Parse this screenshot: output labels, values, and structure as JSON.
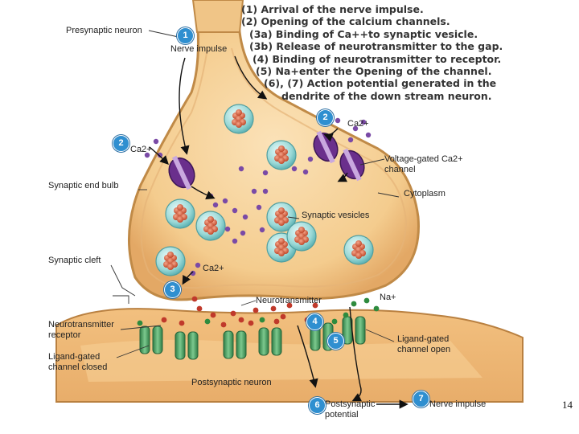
{
  "steps": [
    "(1) Arrival of the nerve impulse.",
    "(2) Opening of the calcium channels.",
    "(3a) Binding of Ca++to synaptic vesicle.",
    "(3b) Release of neurotransmitter to the gap.",
    "(4) Binding of neurotransmitter to receptor.",
    "(5) Na+enter the Opening of the channel.",
    "(6), (7) Action potential generated in the",
    "dendrite of the down stream neuron."
  ],
  "labels": {
    "presynaptic_neuron": "Presynaptic neuron",
    "nerve_impulse_top": "Nerve impulse",
    "ca_left": "Ca2+",
    "ca_right": "Ca2+",
    "ca_bottom": "Ca2+",
    "voltage_gated": "Voltage-gated Ca2+ channel",
    "cytoplasm": "Cytoplasm",
    "synaptic_end_bulb": "Synaptic end bulb",
    "synaptic_vesicles": "Synaptic vesicles",
    "synaptic_cleft": "Synaptic cleft",
    "neurotransmitter": "Neurotransmitter",
    "na": "Na+",
    "nt_receptor": "Neurotransmitter receptor",
    "ligand_closed": "Ligand-gated channel closed",
    "ligand_open": "Ligand-gated channel open",
    "postsynaptic_neuron": "Postsynaptic neuron",
    "postsynaptic_potential": "Postsynaptic potential",
    "nerve_impulse_bottom": "Nerve impulse"
  },
  "badges": [
    "1",
    "2",
    "2",
    "3",
    "4",
    "5",
    "6",
    "7"
  ],
  "page_number": "14",
  "colors": {
    "neuron": "#e9b573",
    "neuron_light": "#f8dcae",
    "neuron_outline": "#b98040",
    "channel_purple": "#6a2f8c",
    "receptor_green": "#3f9a5a",
    "vesicle": "#8fd0cf",
    "vesicle_core": "#d9613f",
    "ion_purple": "#7a4aa6",
    "nt_red": "#c0392b",
    "na_green": "#2e8b3e",
    "badge_blue": "#2f8fd0"
  }
}
